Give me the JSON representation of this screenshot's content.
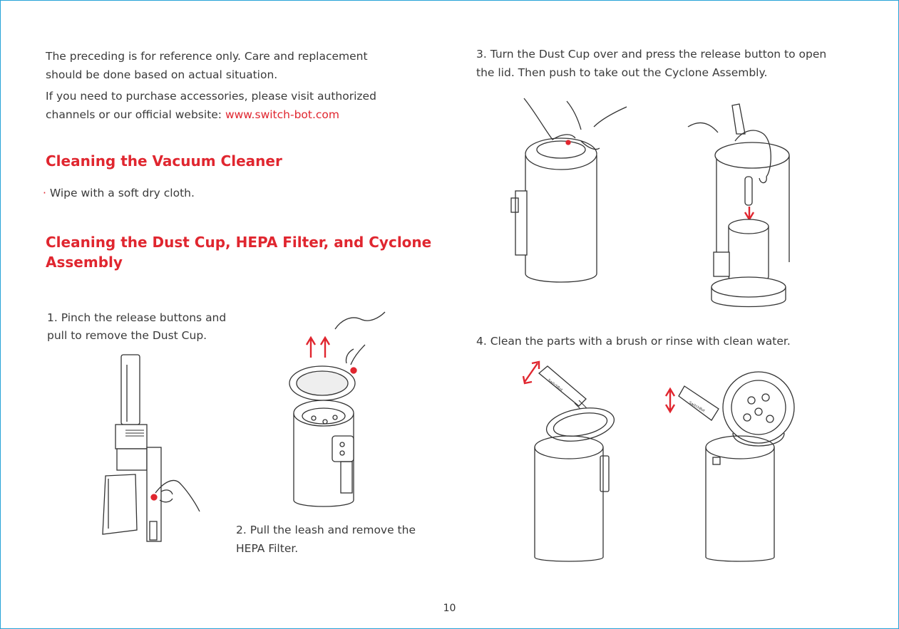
{
  "intro": {
    "line1": "The preceding is for reference only. Care and replacement",
    "line2": "should be done based on actual situation.",
    "line3": "If you need to purchase accessories, please visit authorized",
    "line4_prefix": "channels or our official website: ",
    "website": "www.switch-bot.com"
  },
  "section_vacuum": {
    "heading": "Cleaning the Vacuum Cleaner",
    "bullet_mark": "·",
    "bullet": "Wipe with a soft dry cloth."
  },
  "section_dust": {
    "heading_line1": "Cleaning the Dust Cup, HEPA Filter, and Cyclone",
    "heading_line2": "Assembly"
  },
  "steps": {
    "step1_line1": "1. Pinch the release buttons and",
    "step1_line2": "pull to remove the Dust Cup.",
    "step2_line1": "2. Pull the leash and remove the",
    "step2_line2": "HEPA Filter.",
    "step3_line1": "3.  Turn the Dust Cup over and press the release button to open",
    "step3_line2": "the lid. Then push to take out the Cyclone Assembly.",
    "step4": "4. Clean the parts with a brush or rinse with clean water."
  },
  "brush_label": "SwitchBot",
  "page_number": "10",
  "colors": {
    "accent": "#e0262f",
    "frame": "#27a3d8",
    "line": "#333333",
    "fill": "#eeeeee"
  }
}
